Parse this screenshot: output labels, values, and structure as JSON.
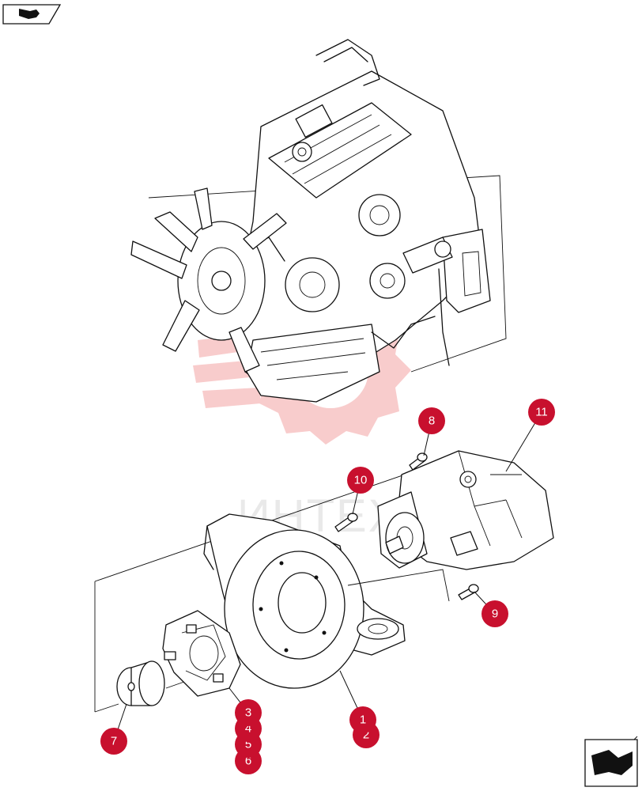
{
  "watermark": {
    "text": "ИНТЕХ",
    "color": "#f4a3a3"
  },
  "accent_color": "#c8102e",
  "icons": {
    "top_left": "back-arrow-icon",
    "bottom_right": "next-page-arrow-icon"
  },
  "callouts": [
    {
      "id": "1",
      "label": "1"
    },
    {
      "id": "2",
      "label": "2"
    },
    {
      "id": "3",
      "label": "3"
    },
    {
      "id": "4",
      "label": "4"
    },
    {
      "id": "5",
      "label": "5"
    },
    {
      "id": "6",
      "label": "6"
    },
    {
      "id": "7",
      "label": "7"
    },
    {
      "id": "8",
      "label": "8"
    },
    {
      "id": "9",
      "label": "9"
    },
    {
      "id": "10",
      "label": "10"
    },
    {
      "id": "11",
      "label": "11"
    }
  ]
}
